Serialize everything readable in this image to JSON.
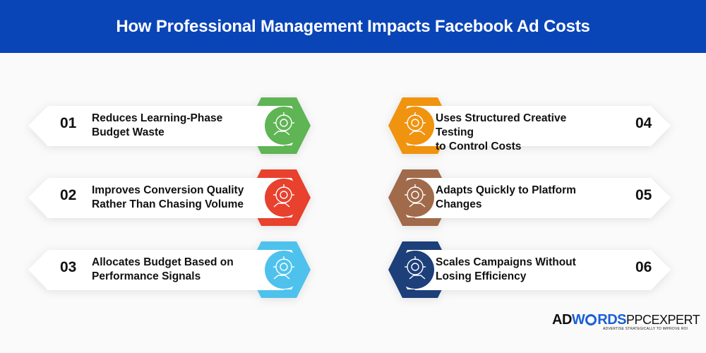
{
  "header": {
    "title": "How Professional Management Impacts Facebook Ad Costs"
  },
  "items": [
    {
      "number": "01",
      "lines": [
        "Reduces Learning-Phase",
        "Budget Waste"
      ],
      "color": "#5fb454",
      "icon": "target-bulb-hand-icon"
    },
    {
      "number": "02",
      "lines": [
        "Improves Conversion Quality",
        "Rather Than Chasing Volume"
      ],
      "color": "#e8412e",
      "icon": "user-group-target-icon"
    },
    {
      "number": "03",
      "lines": [
        "Allocates Budget Based on",
        "Performance Signals"
      ],
      "color": "#4ec2ec",
      "icon": "hand-growth-icon"
    },
    {
      "number": "04",
      "lines": [
        "Uses Structured Creative Testing",
        "to Control Costs"
      ],
      "color": "#f0930f",
      "icon": "gear-target-icon"
    },
    {
      "number": "05",
      "lines": [
        "Adapts Quickly to Platform",
        "Changes"
      ],
      "color": "#a06a4b",
      "icon": "gauge-chart-icon"
    },
    {
      "number": "06",
      "lines": [
        "Scales Campaigns Without",
        "Losing Efficiency"
      ],
      "color": "#1d3f7a",
      "icon": "hand-target-icon"
    }
  ],
  "logo": {
    "part1": "AD",
    "part2": "W",
    "part3": "RDS",
    "part4": "PPCEXPERT",
    "tagline": "ADVERTISE STRATEGICALLY TO IMPROVE ROI"
  }
}
